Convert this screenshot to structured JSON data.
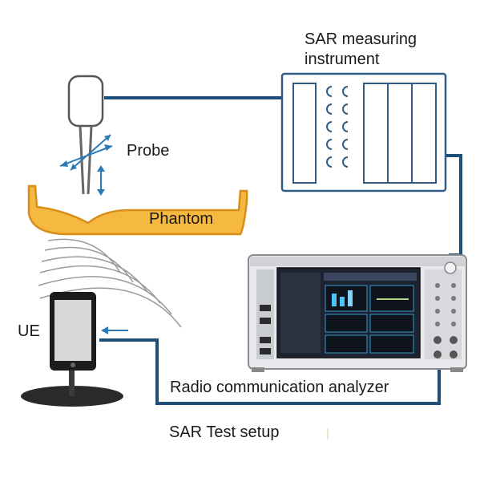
{
  "labels": {
    "instrument": [
      "SAR measuring",
      "instrument"
    ],
    "probe": "Probe",
    "phantom": "Phantom",
    "ue": "UE",
    "analyzer": "Radio communication analyzer",
    "caption": "SAR Test setup"
  },
  "colors": {
    "cable": "#1f4e79",
    "phantom_fill": "#f5b942",
    "phantom_edge": "#d98e1a",
    "device_outline": "#555555",
    "screen_dark": "#1d2330",
    "arrow": "#2a7ab8"
  },
  "icons": [
    "probe-icon",
    "phantom-icon",
    "radiation-waves-icon",
    "ue-phone-icon",
    "sar-instrument-icon",
    "analyzer-icon"
  ]
}
